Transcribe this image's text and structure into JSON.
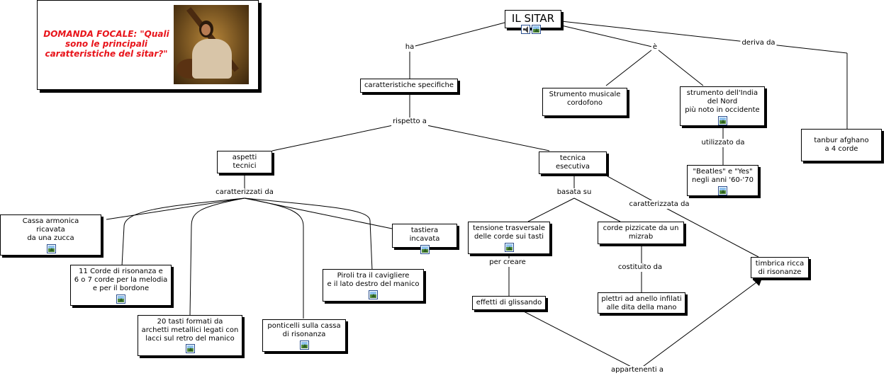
{
  "focal": {
    "text": "DOMANDA FOCALE:\n\"Quali sono le principali\ncaratteristiche del sitar?\""
  },
  "title": "IL SITAR",
  "nodes": {
    "caratteristiche": "caratteristiche specifiche",
    "strumento_musicale": "Strumento musicale\ncordofono",
    "strumento_india": "strumento dell'India\ndel Nord\npiù noto in occidente",
    "tanbur": "tanbur afghano\na 4 corde",
    "beatles": "\"Beatles\"  e \"Yes\"\nnegli anni '60-'70",
    "aspetti": "aspetti tecnici",
    "tecnica": "tecnica esecutiva",
    "cassa": "Cassa armonica\nricavata\nda una zucca",
    "corde_risonanza": "11 Corde di risonanza e\n6 o 7 corde per la melodia\ne per il bordone",
    "tasti": "20 tasti formati da\narchetti metallici legati con\nlacci sul retro del manico",
    "ponticelli": "ponticelli sulla cassa\ndi risonanza",
    "piroli": "Piroli tra il cavigliere\ne il lato destro del manico",
    "tastiera": "tastiera incavata",
    "tensione": "tensione trasversale\ndelle corde sui tasti",
    "corde_pizzicate": "corde pizzicate da un\nmizrab",
    "effetti": "effetti di glissando",
    "plettri": "plettri ad anello infilati\nalle dita della mano",
    "timbrica": "timbrica ricca\ndi risonanze"
  },
  "labels": {
    "ha": "ha",
    "e": "è",
    "deriva_da": "deriva da",
    "rispetto_a": "rispetto a",
    "utilizzato_da": "utilizzato da",
    "caratterizzati_da": "caratterizzati da",
    "basata_su": "basata su",
    "caratterizzata_da": "caratterizzata da",
    "per_creare": "per creare",
    "costituito_da": "costituito da",
    "appartenenti_a": "appartenenti a"
  }
}
